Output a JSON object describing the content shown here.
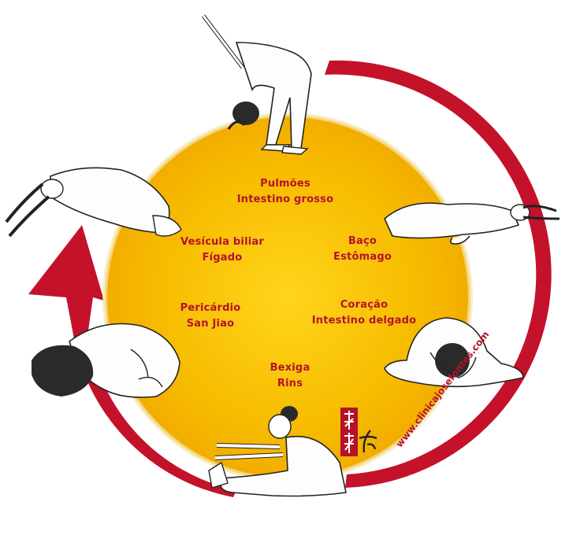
{
  "colors": {
    "circle_fill": "#f5b800",
    "circle_center": "#ffd21a",
    "arrow": "#c3122a",
    "text": "#b5122a",
    "ink": "#2a2a2a"
  },
  "labels": {
    "pulmoes": {
      "line1": "Pulmões",
      "line2": "Intestino grosso"
    },
    "baco": {
      "line1": "Baço",
      "line2": "Estômago"
    },
    "coracao": {
      "line1": "Coração",
      "line2": "Intestino delgado"
    },
    "bexiga": {
      "line1": "Bexiga",
      "line2": "Rins"
    },
    "pericardio": {
      "line1": "Pericárdio",
      "line2": "San Jiao"
    },
    "vesicula": {
      "line1": "Vesícula biliar",
      "line2": "Fígado"
    }
  },
  "watermark": "www.clinicajosefontes.com",
  "icons": {
    "figure_top": "standing-forward-bend-figure",
    "figure_right_top": "reclining-hero-figure",
    "figure_right_bottom": "butterfly-forward-fold-figure",
    "figure_bottom": "seated-forward-bend-figure",
    "figure_left_bottom": "crouching-fold-figure",
    "figure_left_top": "side-stretch-figure",
    "arrow": "cycle-arrow-icon",
    "stamp": "chinese-seal-stamp"
  }
}
